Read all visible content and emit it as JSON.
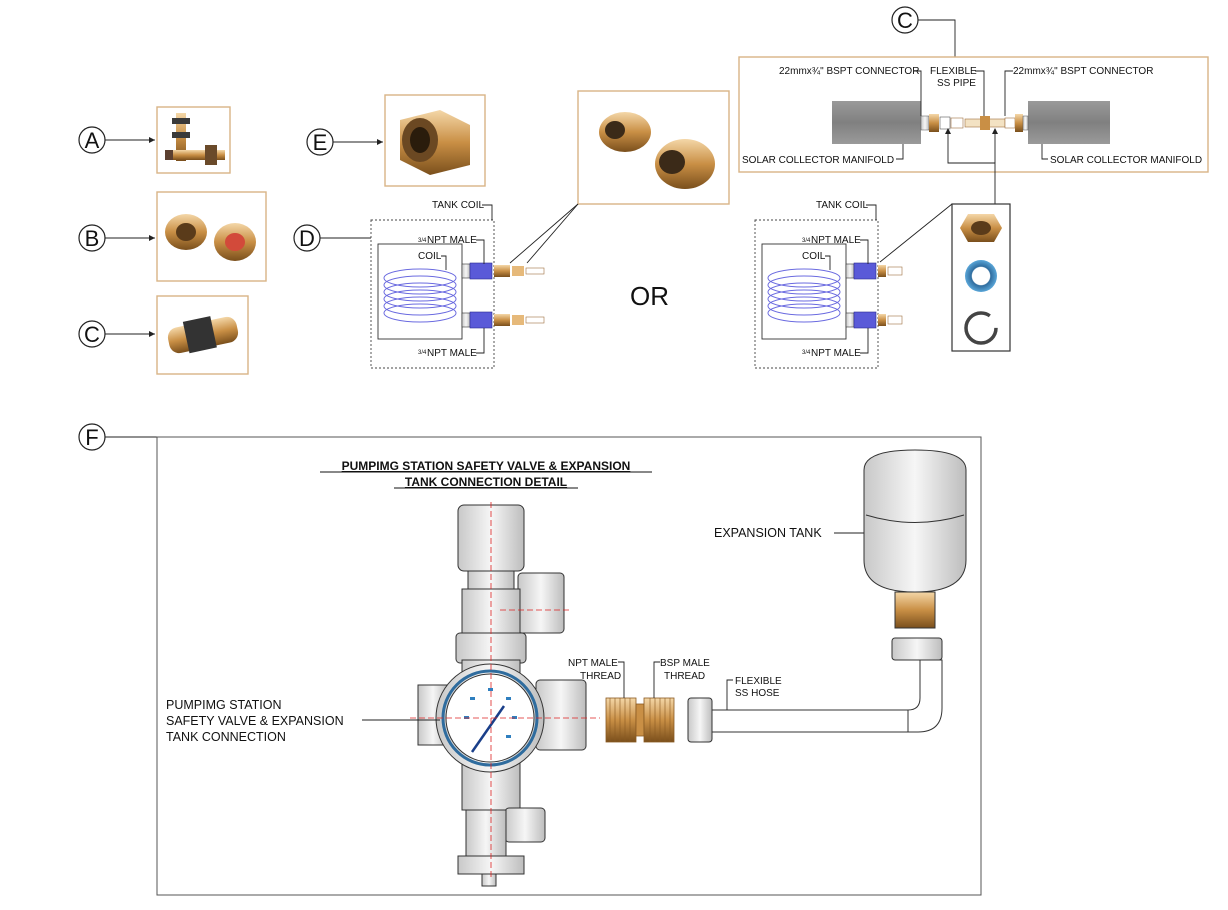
{
  "callouts": {
    "a": "A",
    "b": "B",
    "c": "C",
    "c_top": "C",
    "d": "D",
    "e": "E",
    "f": "F"
  },
  "or_text": "OR",
  "tank_coil": {
    "left": {
      "tank_coil": "TANK COIL",
      "npt_male_top": "NPT MALE",
      "coil": "COIL",
      "npt_male_bottom": "NPT MALE",
      "fraction": "3/4"
    },
    "right": {
      "tank_coil": "TANK COIL",
      "npt_male_top": "NPT MALE",
      "coil": "COIL",
      "npt_male_bottom": "NPT MALE",
      "fraction": "3/4"
    }
  },
  "collector": {
    "left_connector": "22mmx¾\" BSPT CONNECTOR",
    "right_connector": "22mmx¾\" BSPT CONNECTOR",
    "flexible_line1": "FLEXIBLE",
    "flexible_line2": "SS PIPE",
    "left_manifold": "SOLAR COLLECTOR MANIFOLD",
    "right_manifold": "SOLAR COLLECTOR MANIFOLD"
  },
  "detail_f": {
    "title_line1": "PUMPIMG STATION SAFETY VALVE & EXPANSION",
    "title_line2": "TANK CONNECTION DETAIL",
    "expansion_tank": "EXPANSION TANK",
    "station_line1": "PUMPIMG STATION",
    "station_line2": "SAFETY VALVE & EXPANSION",
    "station_line3": "TANK CONNECTION",
    "npt_line1": "NPT MALE",
    "npt_line2": "THREAD",
    "bsp_line1": "BSP MALE",
    "bsp_line2": "THREAD",
    "hose_line1": "FLEXIBLE",
    "hose_line2": "SS HOSE"
  },
  "colors": {
    "frame": "#d8b486",
    "coil": "#6b6be0",
    "thread_blue": "#5a5ad8",
    "brass": "#d8a25a",
    "manifold_gray": "#8a8a8a",
    "axis_red": "#d22"
  }
}
